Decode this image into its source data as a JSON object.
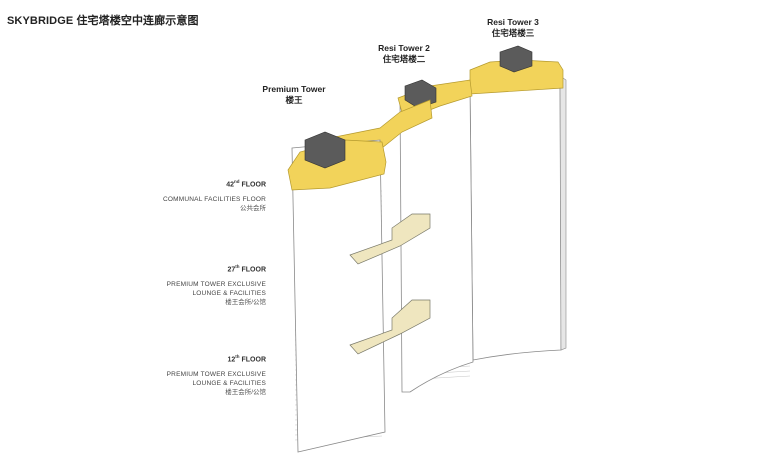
{
  "title": "SKYBRIDGE 住宅塔楼空中连廊示意图",
  "towers": {
    "premium": {
      "en": "Premium Tower",
      "cn": "楼王"
    },
    "resi2": {
      "en": "Resi Tower 2",
      "cn": "住宅塔楼二"
    },
    "resi3": {
      "en": "Resi Tower 3",
      "cn": "住宅塔楼三"
    }
  },
  "floors": [
    {
      "num": "42",
      "suffix": "nd",
      "word": "FLOOR",
      "desc1": "COMMUNAL FACILITIES FLOOR",
      "desc2": "",
      "cn": "公共会所"
    },
    {
      "num": "27",
      "suffix": "th",
      "word": "FLOOR",
      "desc1": "PREMIUM TOWER EXCLUSIVE",
      "desc2": "LOUNGE & FACILITIES",
      "cn": "楼王会所/公馆"
    },
    {
      "num": "12",
      "suffix": "th",
      "word": "FLOOR",
      "desc1": "PREMIUM TOWER EXCLUSIVE",
      "desc2": "LOUNGE & FACILITIES",
      "cn": "楼王会所/公馆"
    }
  ],
  "colors": {
    "roof": "#f2d35a",
    "roof_edge": "#b59a2e",
    "bridge": "#efe6bf",
    "facade": "#ffffff",
    "lines": "#9a9a9a",
    "dark": "#555555"
  }
}
